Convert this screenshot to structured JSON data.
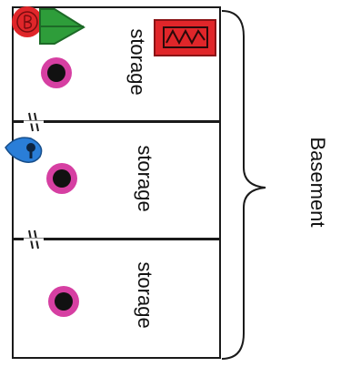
{
  "group_label": "Basement",
  "rooms": [
    {
      "label": "storage",
      "symbols": [
        "smoke-detector",
        "fire-alarm-bell",
        "horn-strobe",
        "electrical-panel"
      ]
    },
    {
      "label": "storage",
      "symbols": [
        "smoke-detector",
        "sprinkler-head",
        "door-break"
      ]
    },
    {
      "label": "storage",
      "symbols": [
        "smoke-detector",
        "door-break"
      ]
    }
  ],
  "colors": {
    "outline": "#1a1a1a",
    "smoke_detector_ring": "#d63fa2",
    "smoke_detector_center": "#111111",
    "alarm_red": "#e0262a",
    "horn_green": "#2e9d3a",
    "sprinkler_blue": "#2a7ed8",
    "panel_red": "#e0262a"
  }
}
